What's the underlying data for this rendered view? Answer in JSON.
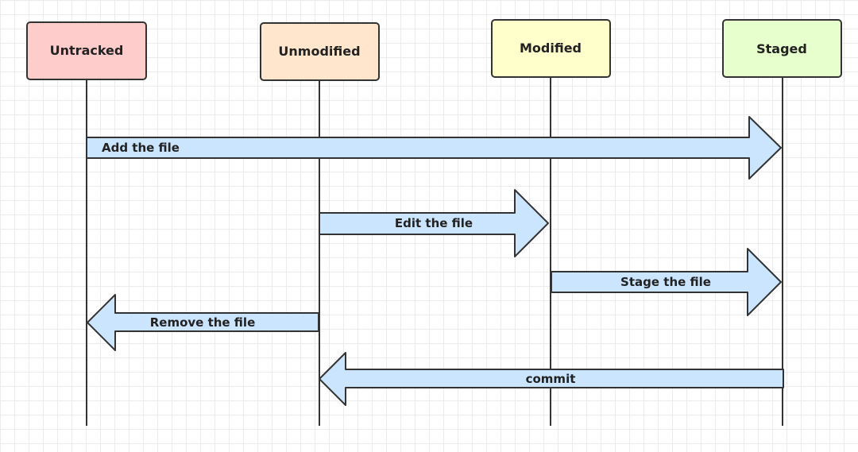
{
  "diagram": {
    "states": [
      {
        "id": "untracked",
        "label": "Untracked",
        "fill": "#ffcccc"
      },
      {
        "id": "unmodified",
        "label": "Unmodified",
        "fill": "#ffe6cc"
      },
      {
        "id": "modified",
        "label": "Modified",
        "fill": "#ffffcc"
      },
      {
        "id": "staged",
        "label": "Staged",
        "fill": "#e6ffcc"
      }
    ],
    "transitions": [
      {
        "from": "untracked",
        "to": "staged",
        "label": "Add the file"
      },
      {
        "from": "unmodified",
        "to": "modified",
        "label": "Edit the file"
      },
      {
        "from": "modified",
        "to": "staged",
        "label": "Stage the file"
      },
      {
        "from": "unmodified",
        "to": "untracked",
        "label": "Remove the file"
      },
      {
        "from": "staged",
        "to": "unmodified",
        "label": "commit"
      }
    ],
    "colors": {
      "arrow_fill": "#cce5ff",
      "stroke": "#333333",
      "lifeline": "#333333",
      "grid": "#ececec"
    }
  }
}
